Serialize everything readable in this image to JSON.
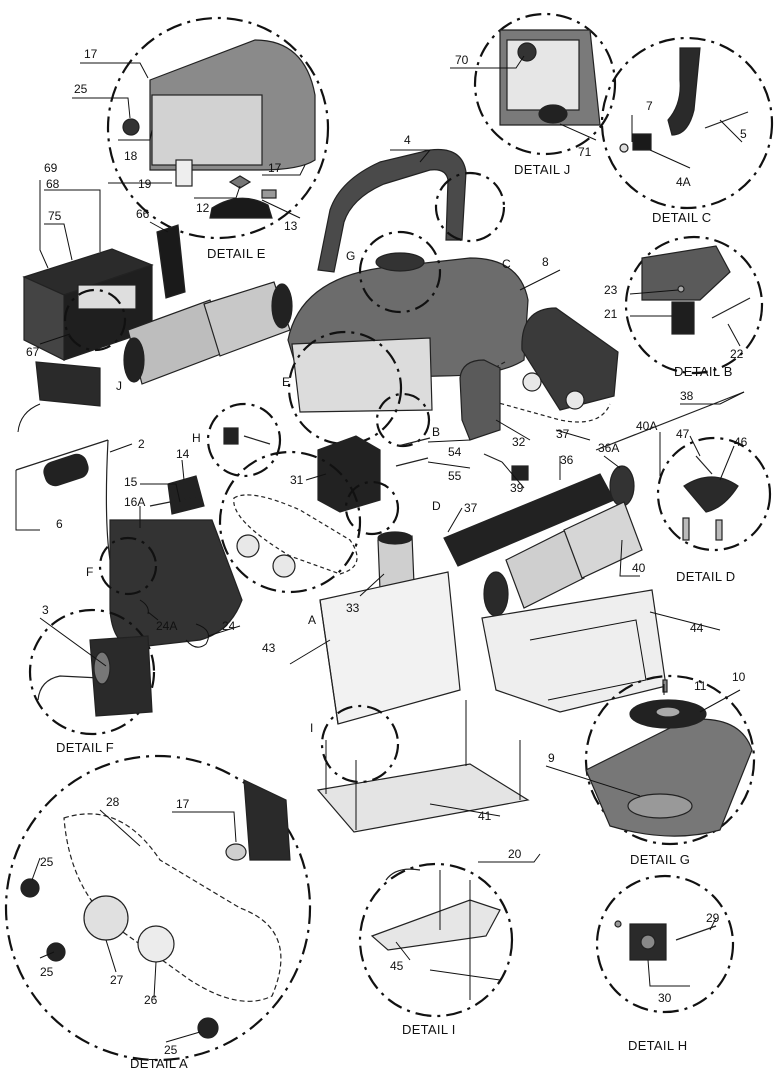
{
  "details": {
    "A": "DETAIL A",
    "B": "DETAIL B",
    "C": "DETAIL C",
    "D": "DETAIL D",
    "E": "DETAIL E",
    "F": "DETAIL F",
    "G": "DETAIL G",
    "H": "DETAIL H",
    "I": "DETAIL I",
    "J": "DETAIL J"
  },
  "letters": {
    "A": "A",
    "B": "B",
    "C": "C",
    "D": "D",
    "E": "E",
    "F": "F",
    "G": "G",
    "H": "H",
    "I": "I",
    "J": "J"
  },
  "parts": {
    "p2": "2",
    "p3": "3",
    "p4": "4",
    "p4A": "4A",
    "p5": "5",
    "p6": "6",
    "p7": "7",
    "p8": "8",
    "p9": "9",
    "p10": "10",
    "p11": "11",
    "p12": "12",
    "p13": "13",
    "p14": "14",
    "p15": "15",
    "p16A": "16A",
    "p17a": "17",
    "p17b": "17",
    "p17c": "17",
    "p18": "18",
    "p19": "19",
    "p20": "20",
    "p21": "21",
    "p22": "22",
    "p23": "23",
    "p24": "24",
    "p24A": "24A",
    "p25a": "25",
    "p25b": "25",
    "p25c": "25",
    "p25d": "25",
    "p26": "26",
    "p27": "27",
    "p28": "28",
    "p29": "29",
    "p30": "30",
    "p31": "31",
    "p32": "32",
    "p33": "33",
    "p36": "36",
    "p36A": "36A",
    "p37a": "37",
    "p37b": "37",
    "p38": "38",
    "p39": "39",
    "p40": "40",
    "p40A": "40A",
    "p41": "41",
    "p43": "43",
    "p44": "44",
    "p45": "45",
    "p46": "46",
    "p47": "47",
    "p54": "54",
    "p55": "55",
    "p66": "66",
    "p67": "67",
    "p68": "68",
    "p69": "69",
    "p70": "70",
    "p71": "71",
    "p75": "75"
  }
}
